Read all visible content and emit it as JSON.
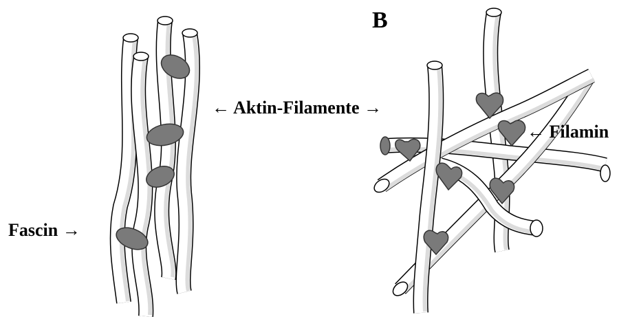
{
  "panel_b": {
    "letter": "B"
  },
  "labels": {
    "aktin_filamente": "← Aktin-Filamente →",
    "filamin": "← Filamin",
    "fascin": "Fascin →"
  },
  "colors": {
    "filament_outline": "#000000",
    "filament_fill": "#ffffff",
    "crosslinker_fill": "#7a7a7a",
    "crosslinker_stroke": "#333333"
  }
}
